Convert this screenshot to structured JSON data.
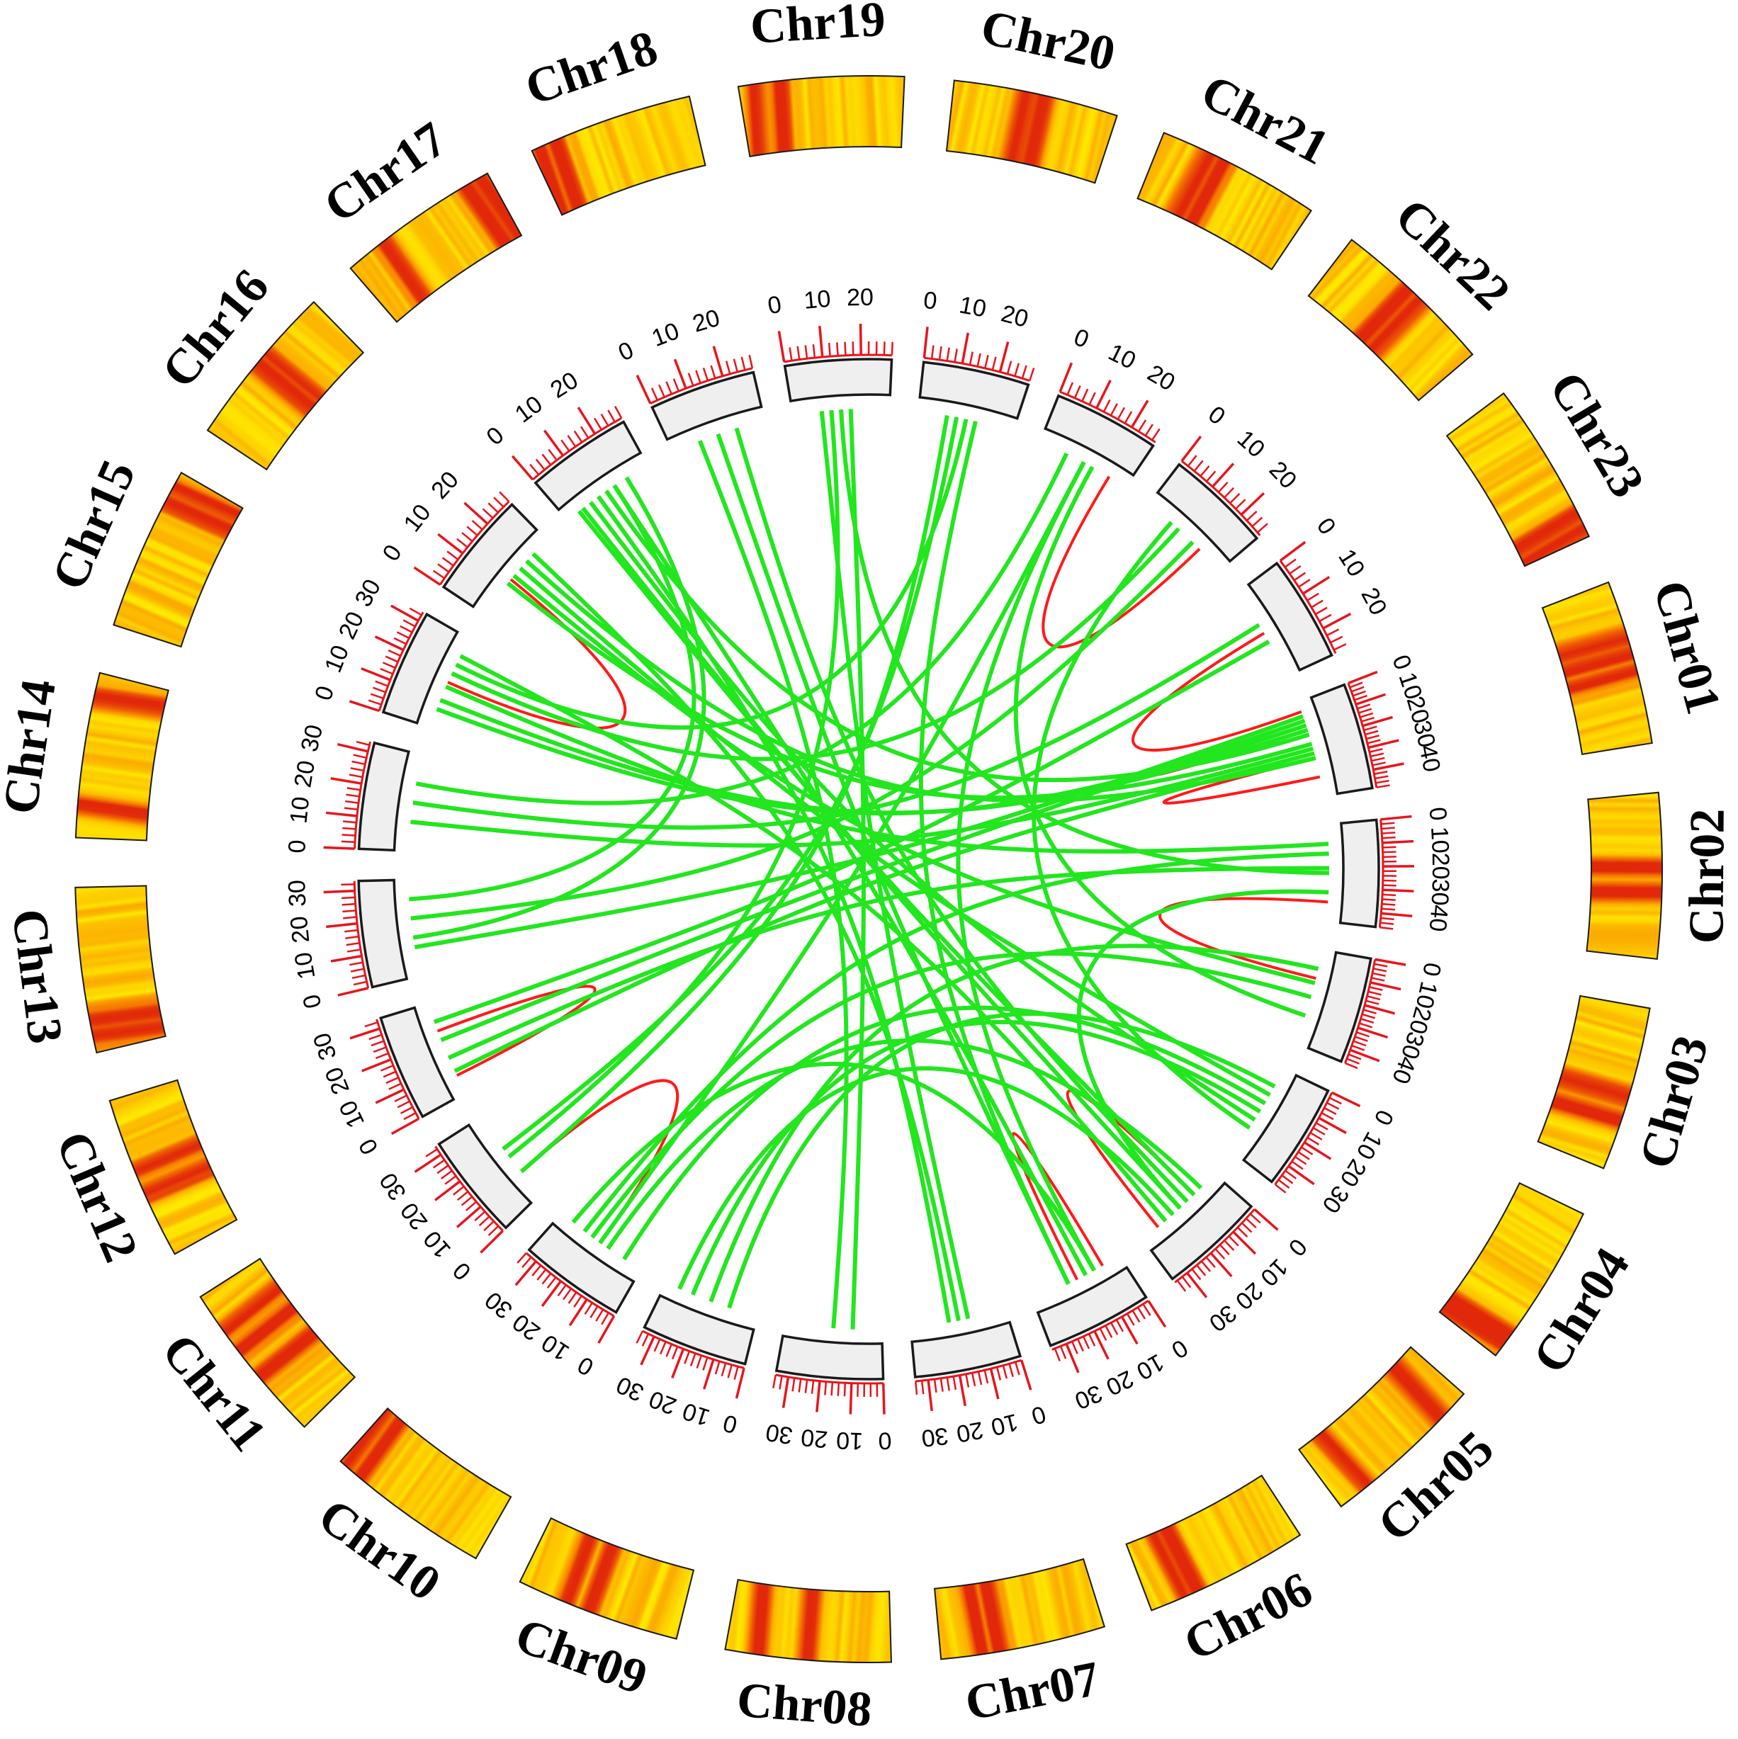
{
  "chromosomes": [
    {
      "name": "Chr01",
      "length": 48,
      "ticks": [
        "0",
        "10",
        "20",
        "30",
        "40"
      ],
      "heat_hot": [
        0.35,
        0.45,
        0.55
      ]
    },
    {
      "name": "Chr02",
      "length": 46,
      "ticks": [
        "0",
        "10",
        "20",
        "30",
        "40"
      ],
      "heat_hot": [
        0.45,
        0.6
      ]
    },
    {
      "name": "Chr03",
      "length": 46,
      "ticks": [
        "0",
        "10",
        "20",
        "30",
        "40"
      ],
      "heat_hot": [
        0.55,
        0.7
      ]
    },
    {
      "name": "Chr04",
      "length": 38,
      "ticks": [
        "0",
        "10",
        "20",
        "30"
      ],
      "heat_hot": [
        0.85,
        0.92
      ]
    },
    {
      "name": "Chr05",
      "length": 35,
      "ticks": [
        "0",
        "10",
        "20",
        "30"
      ],
      "heat_hot": [
        0.2,
        0.8
      ]
    },
    {
      "name": "Chr06",
      "length": 35,
      "ticks": [
        "0",
        "10",
        "20",
        "30"
      ],
      "heat_hot": [
        0.7,
        0.78
      ]
    },
    {
      "name": "Chr07",
      "length": 34,
      "ticks": [
        "0",
        "10",
        "20",
        "30"
      ],
      "heat_hot": [
        0.65,
        0.75
      ]
    },
    {
      "name": "Chr08",
      "length": 34,
      "ticks": [
        "0",
        "10",
        "20",
        "30"
      ],
      "heat_hot": [
        0.5,
        0.8
      ]
    },
    {
      "name": "Chr09",
      "length": 34,
      "ticks": [
        "0",
        "10",
        "20",
        "30"
      ],
      "heat_hot": [
        0.55,
        0.7
      ]
    },
    {
      "name": "Chr10",
      "length": 34,
      "ticks": [
        "0",
        "10",
        "20",
        "30"
      ],
      "heat_hot": [
        0.85,
        0.95
      ]
    },
    {
      "name": "Chr11",
      "length": 33,
      "ticks": [
        "0",
        "10",
        "20",
        "30"
      ],
      "heat_hot": [
        0.4,
        0.6,
        0.75
      ]
    },
    {
      "name": "Chr12",
      "length": 33,
      "ticks": [
        "0",
        "10",
        "20",
        "30"
      ],
      "heat_hot": [
        0.4,
        0.55
      ]
    },
    {
      "name": "Chr13",
      "length": 33,
      "ticks": [
        "0",
        "10",
        "20",
        "30"
      ],
      "heat_hot": [
        0.1,
        0.2
      ]
    },
    {
      "name": "Chr14",
      "length": 33,
      "ticks": [
        "0",
        "10",
        "20",
        "30"
      ],
      "heat_hot": [
        0.2,
        0.85
      ]
    },
    {
      "name": "Chr15",
      "length": 33,
      "ticks": [
        "0",
        "10",
        "20",
        "30"
      ],
      "heat_hot": [
        0.8,
        0.9
      ]
    },
    {
      "name": "Chr16",
      "length": 28,
      "ticks": [
        "0",
        "10",
        "20"
      ],
      "heat_hot": [
        0.5,
        0.58
      ]
    },
    {
      "name": "Chr17",
      "length": 28,
      "ticks": [
        "0",
        "10",
        "20"
      ],
      "heat_hot": [
        0.25,
        0.85,
        0.95
      ]
    },
    {
      "name": "Chr18",
      "length": 28,
      "ticks": [
        "0",
        "10",
        "20"
      ],
      "heat_hot": [
        0.05,
        0.15
      ]
    },
    {
      "name": "Chr19",
      "length": 28,
      "ticks": [
        "0",
        "10",
        "20"
      ],
      "heat_hot": [
        0.1,
        0.25
      ]
    },
    {
      "name": "Chr20",
      "length": 28,
      "ticks": [
        "0",
        "10",
        "20"
      ],
      "heat_hot": [
        0.45,
        0.55
      ]
    },
    {
      "name": "Chr21",
      "length": 27,
      "ticks": [
        "0",
        "10",
        "20"
      ],
      "heat_hot": [
        0.3,
        0.4
      ]
    },
    {
      "name": "Chr22",
      "length": 27,
      "ticks": [
        "0",
        "10",
        "20"
      ],
      "heat_hot": [
        0.45,
        0.55
      ]
    },
    {
      "name": "Chr23",
      "length": 27,
      "ticks": [
        "0",
        "10",
        "20"
      ],
      "heat_hot": [
        0.85,
        0.95
      ]
    }
  ],
  "links": {
    "green": [
      [
        "Chr17",
        0.15,
        "Chr05",
        0.3
      ],
      [
        "Chr17",
        0.2,
        "Chr05",
        0.5
      ],
      [
        "Chr17",
        0.3,
        "Chr04",
        0.6
      ],
      [
        "Chr17",
        0.5,
        "Chr01",
        0.35
      ],
      [
        "Chr17",
        0.6,
        "Chr06",
        0.4
      ],
      [
        "Chr17",
        0.75,
        "Chr13",
        0.4
      ],
      [
        "Chr16",
        0.6,
        "Chr04",
        0.3
      ],
      [
        "Chr16",
        0.4,
        "Chr01",
        0.45
      ],
      [
        "Chr16",
        0.8,
        "Chr07",
        0.5
      ],
      [
        "Chr16",
        0.7,
        "Chr01",
        0.6
      ],
      [
        "Chr16",
        0.5,
        "Chr03",
        0.35
      ],
      [
        "Chr15",
        0.2,
        "Chr01",
        0.25
      ],
      [
        "Chr15",
        0.3,
        "Chr01",
        0.3
      ],
      [
        "Chr15",
        0.45,
        "Chr02",
        0.2
      ],
      [
        "Chr15",
        0.6,
        "Chr22",
        0.4
      ],
      [
        "Chr15",
        0.7,
        "Chr20",
        0.5
      ],
      [
        "Chr15",
        0.8,
        "Chr05",
        0.7
      ],
      [
        "Chr14",
        0.3,
        "Chr01",
        0.5
      ],
      [
        "Chr14",
        0.5,
        "Chr23",
        0.4
      ],
      [
        "Chr14",
        0.7,
        "Chr21",
        0.3
      ],
      [
        "Chr13",
        0.3,
        "Chr01",
        0.15
      ],
      [
        "Chr13",
        0.6,
        "Chr22",
        0.6
      ],
      [
        "Chr13",
        0.8,
        "Chr17",
        0.6
      ],
      [
        "Chr12",
        0.25,
        "Chr01",
        0.55
      ],
      [
        "Chr12",
        0.4,
        "Chr02",
        0.45
      ],
      [
        "Chr12",
        0.6,
        "Chr01",
        0.2
      ],
      [
        "Chr12",
        0.8,
        "Chr23",
        0.6
      ],
      [
        "Chr11",
        0.3,
        "Chr20",
        0.3
      ],
      [
        "Chr11",
        0.5,
        "Chr19",
        0.4
      ],
      [
        "Chr10",
        0.2,
        "Chr04",
        0.4
      ],
      [
        "Chr10",
        0.4,
        "Chr05",
        0.2
      ],
      [
        "Chr10",
        0.6,
        "Chr03",
        0.5
      ],
      [
        "Chr10",
        0.7,
        "Chr02",
        0.3
      ],
      [
        "Chr10",
        0.85,
        "Chr06",
        0.3
      ],
      [
        "Chr09",
        0.3,
        "Chr04",
        0.2
      ],
      [
        "Chr09",
        0.5,
        "Chr03",
        0.2
      ],
      [
        "Chr09",
        0.7,
        "Chr04",
        0.5
      ],
      [
        "Chr09",
        0.85,
        "Chr05",
        0.6
      ],
      [
        "Chr08",
        0.3,
        "Chr19",
        0.6
      ],
      [
        "Chr08",
        0.5,
        "Chr18",
        0.3
      ],
      [
        "Chr07",
        0.4,
        "Chr19",
        0.3
      ],
      [
        "Chr07",
        0.6,
        "Chr17",
        0.4
      ],
      [
        "Chr06",
        0.3,
        "Chr21",
        0.5
      ],
      [
        "Chr06",
        0.6,
        "Chr20",
        0.6
      ],
      [
        "Chr05",
        0.5,
        "Chr02",
        0.7
      ],
      [
        "Chr04",
        0.7,
        "Chr22",
        0.3
      ],
      [
        "Chr03",
        0.7,
        "Chr21",
        0.6
      ],
      [
        "Chr02",
        0.5,
        "Chr19",
        0.5
      ],
      [
        "Chr18",
        0.5,
        "Chr06",
        0.6
      ],
      [
        "Chr18",
        0.7,
        "Chr05",
        0.4
      ],
      [
        "Chr20",
        0.4,
        "Chr11",
        0.6
      ],
      [
        "Chr21",
        0.5,
        "Chr10",
        0.5
      ]
    ],
    "red": [
      [
        "Chr15",
        0.5,
        "Chr16",
        0.45
      ],
      [
        "Chr12",
        0.7,
        "Chr12",
        0.2
      ],
      [
        "Chr10",
        0.5,
        "Chr11",
        0.3
      ],
      [
        "Chr23",
        0.5,
        "Chr01",
        0.1
      ],
      [
        "Chr01",
        0.2,
        "Chr01",
        0.3
      ],
      [
        "Chr01",
        0.6,
        "Chr01",
        0.8
      ],
      [
        "Chr03",
        0.3,
        "Chr02",
        0.8
      ],
      [
        "Chr05",
        0.3,
        "Chr05",
        0.8
      ],
      [
        "Chr06",
        0.5,
        "Chr06",
        0.2
      ],
      [
        "Chr22",
        0.7,
        "Chr21",
        0.8
      ]
    ]
  }
}
